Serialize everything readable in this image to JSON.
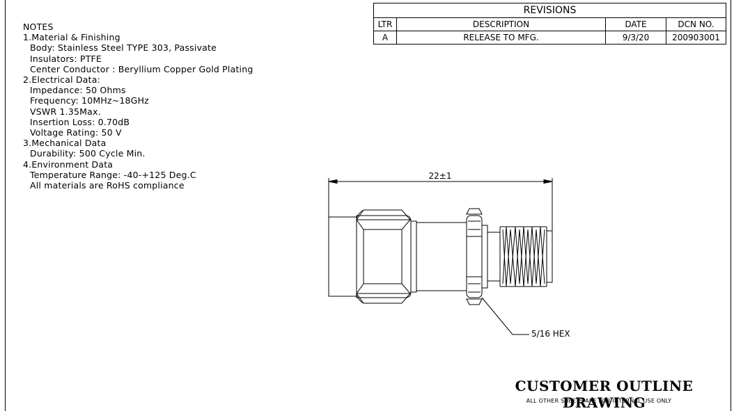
{
  "revisions": {
    "title": "REVISIONS",
    "headers": [
      "LTR",
      "DESCRIPTION",
      "DATE",
      "DCN NO."
    ],
    "rows": [
      [
        "A",
        "RELEASE TO MFG.",
        "9/3/20",
        "200903001"
      ]
    ]
  },
  "notes": {
    "heading": "NOTES",
    "lines": [
      {
        "text": "1.Material & Finishing",
        "sub": false
      },
      {
        "text": "Body: Stainless Steel TYPE 303, Passivate",
        "sub": true
      },
      {
        "text": "Insulators: PTFE",
        "sub": true
      },
      {
        "text": "Center Conductor : Beryllium Copper Gold Plating",
        "sub": true
      },
      {
        "text": "2.Electrical Data:",
        "sub": false
      },
      {
        "text": "Impedance: 50 Ohms",
        "sub": true
      },
      {
        "text": "Frequency: 10MHz~18GHz",
        "sub": true
      },
      {
        "text": "VSWR 1.35Max.",
        "sub": true
      },
      {
        "text": "Insertion Loss: 0.70dB",
        "sub": true
      },
      {
        "text": "Voltage Rating: 50 V",
        "sub": true
      },
      {
        "text": "3.Mechanical Data",
        "sub": false
      },
      {
        "text": "Durability: 500 Cycle Min.",
        "sub": true
      },
      {
        "text": "4.Environment Data",
        "sub": false
      },
      {
        "text": "Temperature Range: -40-+125 Deg.C",
        "sub": true
      },
      {
        "text": "All materials are RoHS compliance",
        "sub": true
      }
    ]
  },
  "drawing": {
    "dimension_label": "22±1",
    "hex_label": "5/16 HEX"
  },
  "title_block": {
    "title": "CUSTOMER OUTLINE DRAWING",
    "subtitle": "ALL OTHER SHEETS ARE FOR INTERNAL USE ONLY"
  }
}
